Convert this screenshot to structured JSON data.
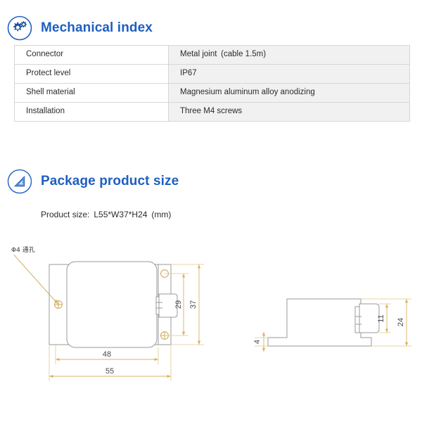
{
  "sections": [
    {
      "id": "mechanical",
      "icon": "gears-icon",
      "title": "Mechanical index"
    },
    {
      "id": "package",
      "icon": "set-square-ruler-icon",
      "title": "Package product size"
    }
  ],
  "spec_table": {
    "rows": [
      {
        "key": "Connector",
        "value": "Metal joint (cable 1.5m)"
      },
      {
        "key": "Protect level",
        "value": "IP67"
      },
      {
        "key": "Shell material",
        "value": "Magnesium aluminum alloy anodizing"
      },
      {
        "key": "Installation",
        "value": "Three M4 screws"
      }
    ]
  },
  "package": {
    "product_size_label": "Product size: L55*W37*H24 (mm)"
  },
  "drawing": {
    "front_view": {
      "note": "Φ4 通孔",
      "dim_width_inner": "48",
      "dim_width_outer": "55",
      "dim_height_inner": "29",
      "dim_height_outer": "37"
    },
    "side_view": {
      "dim_base": "4",
      "dim_connector": "11",
      "dim_total_height": "24"
    }
  },
  "colors": {
    "heading_blue": "#1f5fc0",
    "table_value_bg": "#f1f1f1",
    "table_border": "#d6d6d6",
    "dimension_gold": "#d9b263",
    "part_outline_gray": "#9a9a9a",
    "page_bg": "#ffffff"
  }
}
